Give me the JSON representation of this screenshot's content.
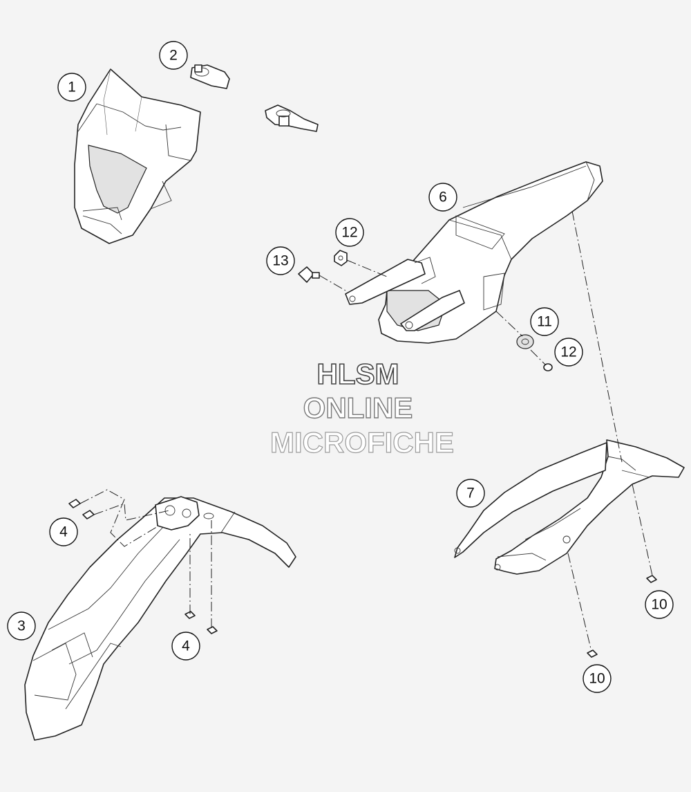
{
  "watermark": {
    "line1": "HLSM",
    "line2": "ONLINE",
    "line3": "MICROFICHE"
  },
  "callouts": [
    {
      "label": "1"
    },
    {
      "label": "2"
    },
    {
      "label": "3"
    },
    {
      "label": "4"
    },
    {
      "label": "4"
    },
    {
      "label": "6"
    },
    {
      "label": "7"
    },
    {
      "label": "10"
    },
    {
      "label": "10"
    },
    {
      "label": "11"
    },
    {
      "label": "12"
    },
    {
      "label": "12"
    },
    {
      "label": "13"
    }
  ]
}
